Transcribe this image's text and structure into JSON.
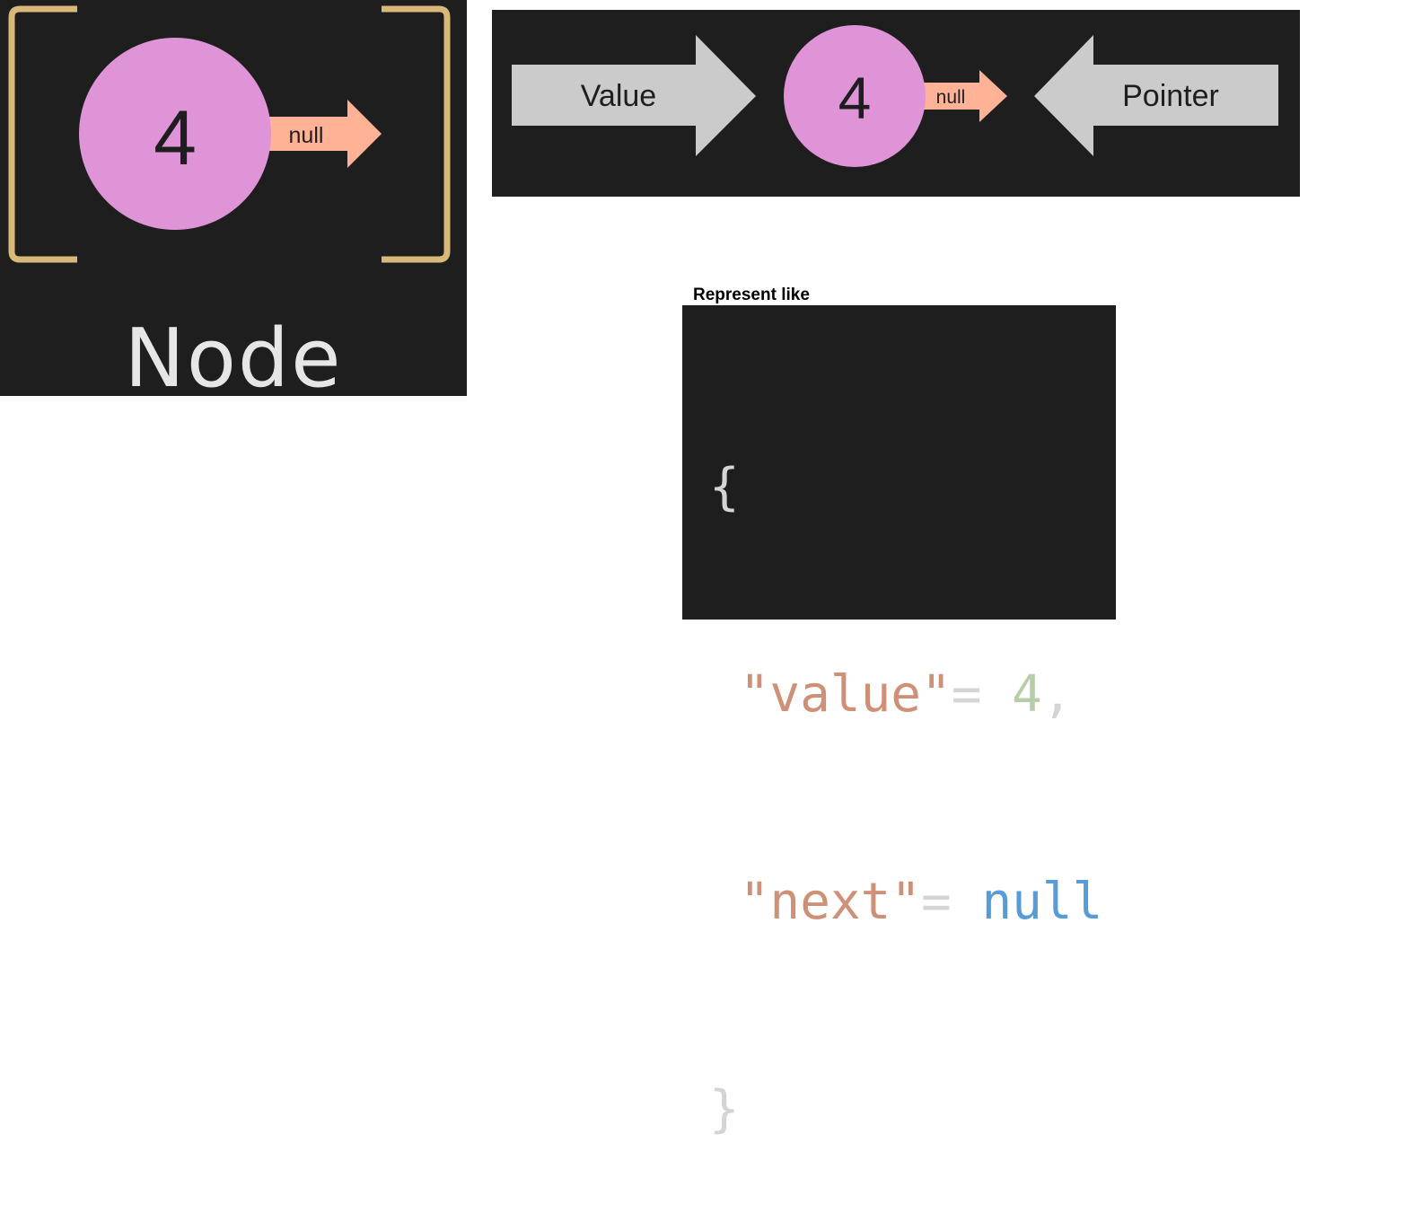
{
  "colors": {
    "panel_bg": "#1e1e1e",
    "node_circle": "#df94d8",
    "pointer_arrow": "#ffb296",
    "bracket": "#d9b97a",
    "gray_arrow": "#cbcbcb",
    "code_string": "#ce9178",
    "code_number": "#b5cea8",
    "code_keyword": "#569cd6"
  },
  "node_diagram": {
    "value": "4",
    "pointer_label": "null",
    "caption": "Node"
  },
  "value_pointer_diagram": {
    "value_label": "Value",
    "node_value": "4",
    "pointer_label": "null",
    "pointer_text": "Pointer"
  },
  "representation": {
    "label": "Represent like",
    "open_brace": "{",
    "value_key": "\"value\"",
    "value_eq": "= ",
    "value_val": "4",
    "value_comma": ",",
    "next_key": "\"next\"",
    "next_eq": "= ",
    "next_val": "null",
    "close_brace": "}"
  }
}
